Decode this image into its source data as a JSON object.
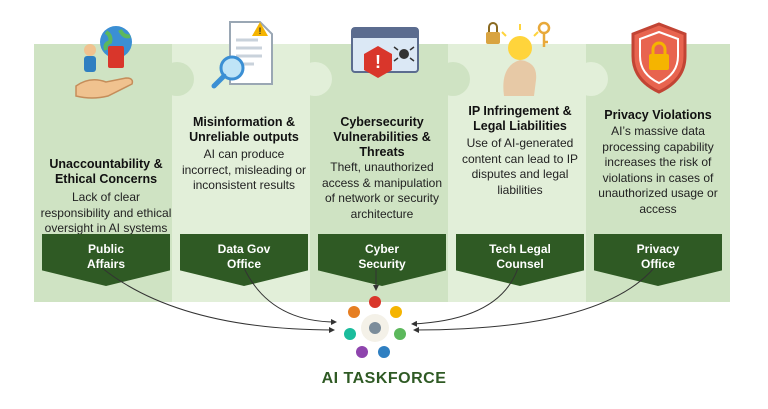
{
  "panels": [
    {
      "title": "Unaccountability & Ethical Concerns",
      "description": "Lack of clear responsibility and ethical oversight in AI systems",
      "owner_line1": "Public",
      "owner_line2": "Affairs",
      "icon": "hand-globe-icon"
    },
    {
      "title": "Misinformation & Unreliable outputs",
      "description": "AI can produce incorrect, misleading or inconsistent results",
      "owner_line1": "Data Gov",
      "owner_line2": "Office",
      "icon": "document-warning-icon"
    },
    {
      "title": "Cybersecurity Vulnerabilities & Threats",
      "description": "Theft, unauthorized access & manipulation of network or security architecture",
      "owner_line1": "Cyber",
      "owner_line2": "Security",
      "icon": "browser-alert-icon"
    },
    {
      "title": "IP Infringement & Legal Liabilities",
      "description": "Use of AI-generated content can lead to IP disputes and legal liabilities",
      "owner_line1": "Tech Legal",
      "owner_line2": "Counsel",
      "icon": "lightbulb-lock-icon"
    },
    {
      "title": "Privacy Violations",
      "description": "AI’s massive data processing capability increases the risk of violations in cases of unauthorized usage or access",
      "owner_line1": "Privacy",
      "owner_line2": "Office",
      "icon": "shield-lock-icon"
    }
  ],
  "footer": {
    "label": "AI TASKFORCE",
    "icon": "people-circle-icon"
  },
  "colors": {
    "panel_dark": "#cfe3c3",
    "panel_light": "#e2efd9",
    "banner": "#2f5a24",
    "footer_text": "#2f5a24"
  }
}
